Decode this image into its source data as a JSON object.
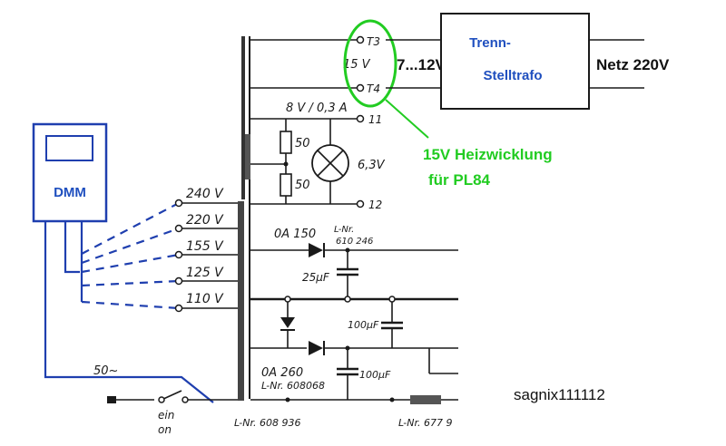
{
  "meter": {
    "label": "DMM"
  },
  "mains_box": {
    "line1": "Trenn-",
    "line2": "Stelltrafo"
  },
  "mains_label": "Netz 220V",
  "output_label": "7...12V",
  "taps": {
    "t13": "T3",
    "t14": "T4",
    "v15": "15 V",
    "t11": "11",
    "t12": "12"
  },
  "rating": "8 V / 0,3 A",
  "resistors": {
    "r1": "50",
    "r2": "50"
  },
  "lamp_voltage": "6,3V",
  "primary_taps": [
    "240 V",
    "220 V",
    "155 V",
    "125 V",
    "110 V"
  ],
  "rectifier1": {
    "name": "0A 150",
    "ref_label": "L-Nr.",
    "ref_num": "610 246"
  },
  "cap1": "25µF",
  "cap2": "100µF",
  "cap3": "100µF",
  "rectifier2": {
    "name": "0A 260",
    "ref": "L-Nr. 608068"
  },
  "mains_freq": "50~",
  "switch": {
    "ein": "ein",
    "on": "on"
  },
  "bottom_refs": {
    "left": "L-Nr. 608 936",
    "right": "L-Nr. 677 9"
  },
  "annotation": {
    "line1": "15V Heizwicklung",
    "line2": "für PL84"
  },
  "signature": "sagnix111112"
}
